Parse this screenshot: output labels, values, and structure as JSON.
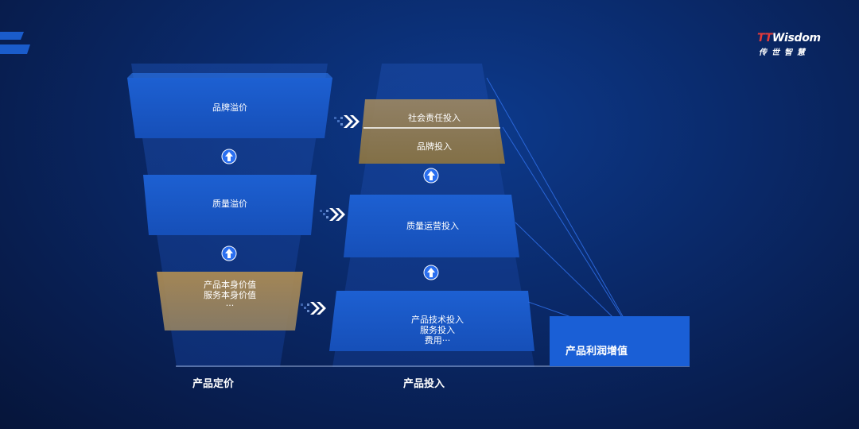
{
  "logo": {
    "brand_red": "TT",
    "brand_white": "Wisdom",
    "subtitle": "传世智慧"
  },
  "pricing_column": {
    "axis_label": "产品定价",
    "tiers": [
      {
        "lines": [
          "品牌溢价"
        ]
      },
      {
        "lines": [
          "质量溢价"
        ]
      },
      {
        "lines": [
          "产品本身价值",
          "服务本身价值",
          "···"
        ]
      }
    ]
  },
  "investment_column": {
    "axis_label": "产品投入",
    "tiers": [
      {
        "lines": [
          "社会责任投入"
        ]
      },
      {
        "lines": [
          "品牌投入"
        ]
      },
      {
        "lines": [
          "质量运营投入"
        ]
      },
      {
        "lines": [
          "产品技术投入",
          "服务投入",
          "费用···"
        ]
      }
    ]
  },
  "result": {
    "label": "产品利润增值"
  },
  "icons": {
    "up_arrow": "up-arrow-circle-icon",
    "right_chevron": "double-chevron-right-icon",
    "corner_deco": "stripes-deco-icon"
  },
  "colors": {
    "blue_tier": "#1a5bc9",
    "gold_tier": "#a58a55",
    "result_box": "#1a5fd6",
    "brand_red": "#e23a3a"
  }
}
